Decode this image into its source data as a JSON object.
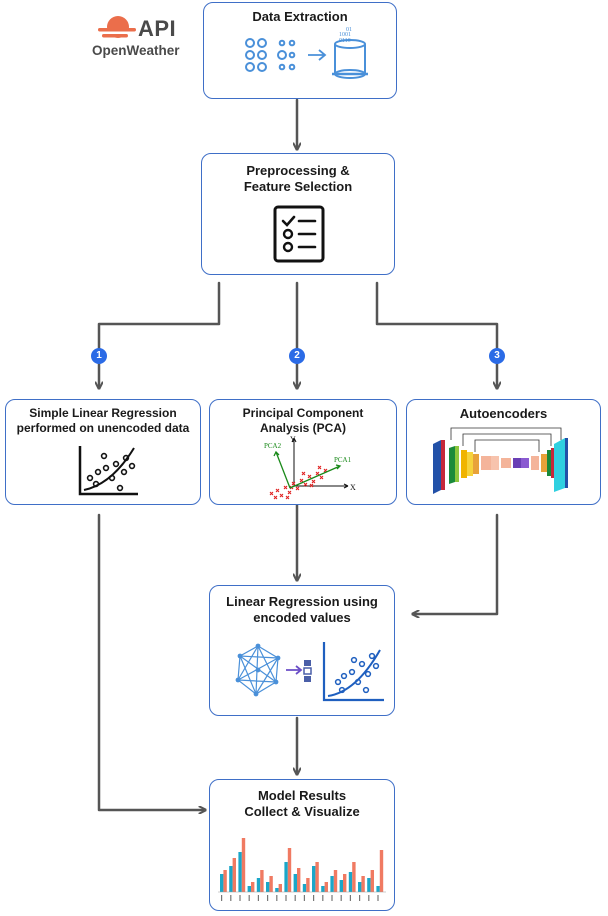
{
  "logo": {
    "api_label": "API",
    "brand_name": "OpenWeather",
    "brand_color": "#eb6e4b"
  },
  "nodes": {
    "data_extraction": {
      "title": "Data Extraction"
    },
    "preprocessing": {
      "title": "Preprocessing &\nFeature Selection"
    },
    "simple_lr": {
      "title": "Simple Linear Regression\nperformed on unencoded data"
    },
    "pca": {
      "title": "Principal Component\nAnalysis (PCA)",
      "axis_y": "Y",
      "axis_x": "X",
      "pc1_label": "PCA1",
      "pc2_label": "PCA2"
    },
    "autoencoders": {
      "title": "Autoencoders"
    },
    "encoded_lr": {
      "title": "Linear Regression using\nencoded values"
    },
    "results": {
      "title": "Model Results\nCollect & Visualize"
    }
  },
  "steps": [
    "1",
    "2",
    "3"
  ],
  "colors": {
    "box_border": "#3f6fc7",
    "arrow": "#555555",
    "badge": "#2b6be6",
    "icon_blue": "#4a90d9",
    "bar_blue": "#1aa7c9",
    "bar_red": "#f07a62"
  }
}
